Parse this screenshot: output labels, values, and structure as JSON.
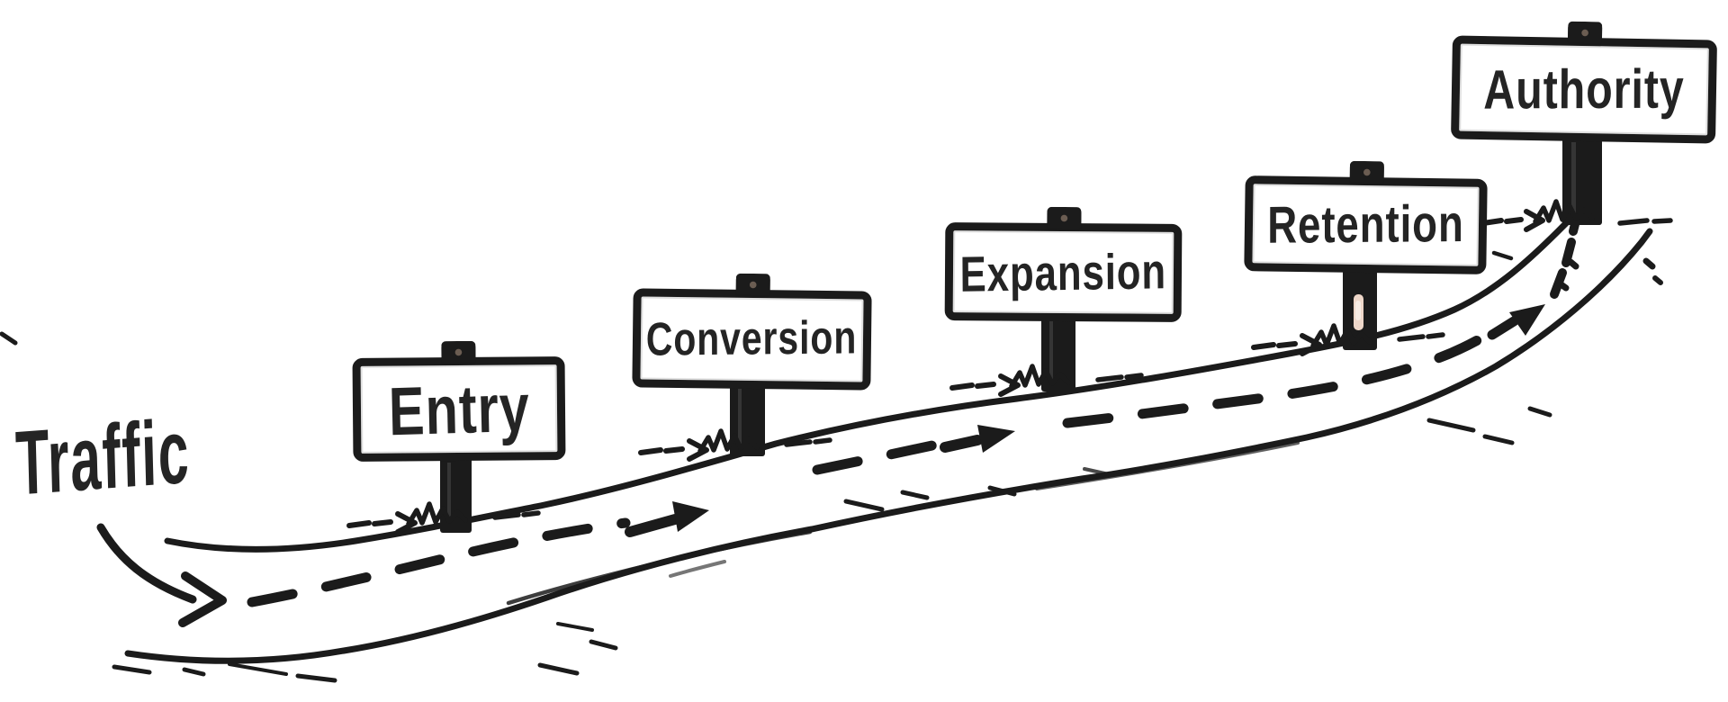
{
  "colors": {
    "background": "#ffffff",
    "ink": "#1b1b1b",
    "sign_face": "#ffffff",
    "label_text": "#242424",
    "post_highlight": "#eed7c9"
  },
  "funnel": {
    "source_label": "Traffic",
    "stages": [
      {
        "label": "Entry"
      },
      {
        "label": "Conversion"
      },
      {
        "label": "Expansion"
      },
      {
        "label": "Retention"
      },
      {
        "label": "Authority"
      }
    ]
  },
  "annotations": {
    "entry_arrow": "curved arrow from Traffic into road start",
    "road_flow": "dashed center line with arrows pointing up the road left to right"
  }
}
